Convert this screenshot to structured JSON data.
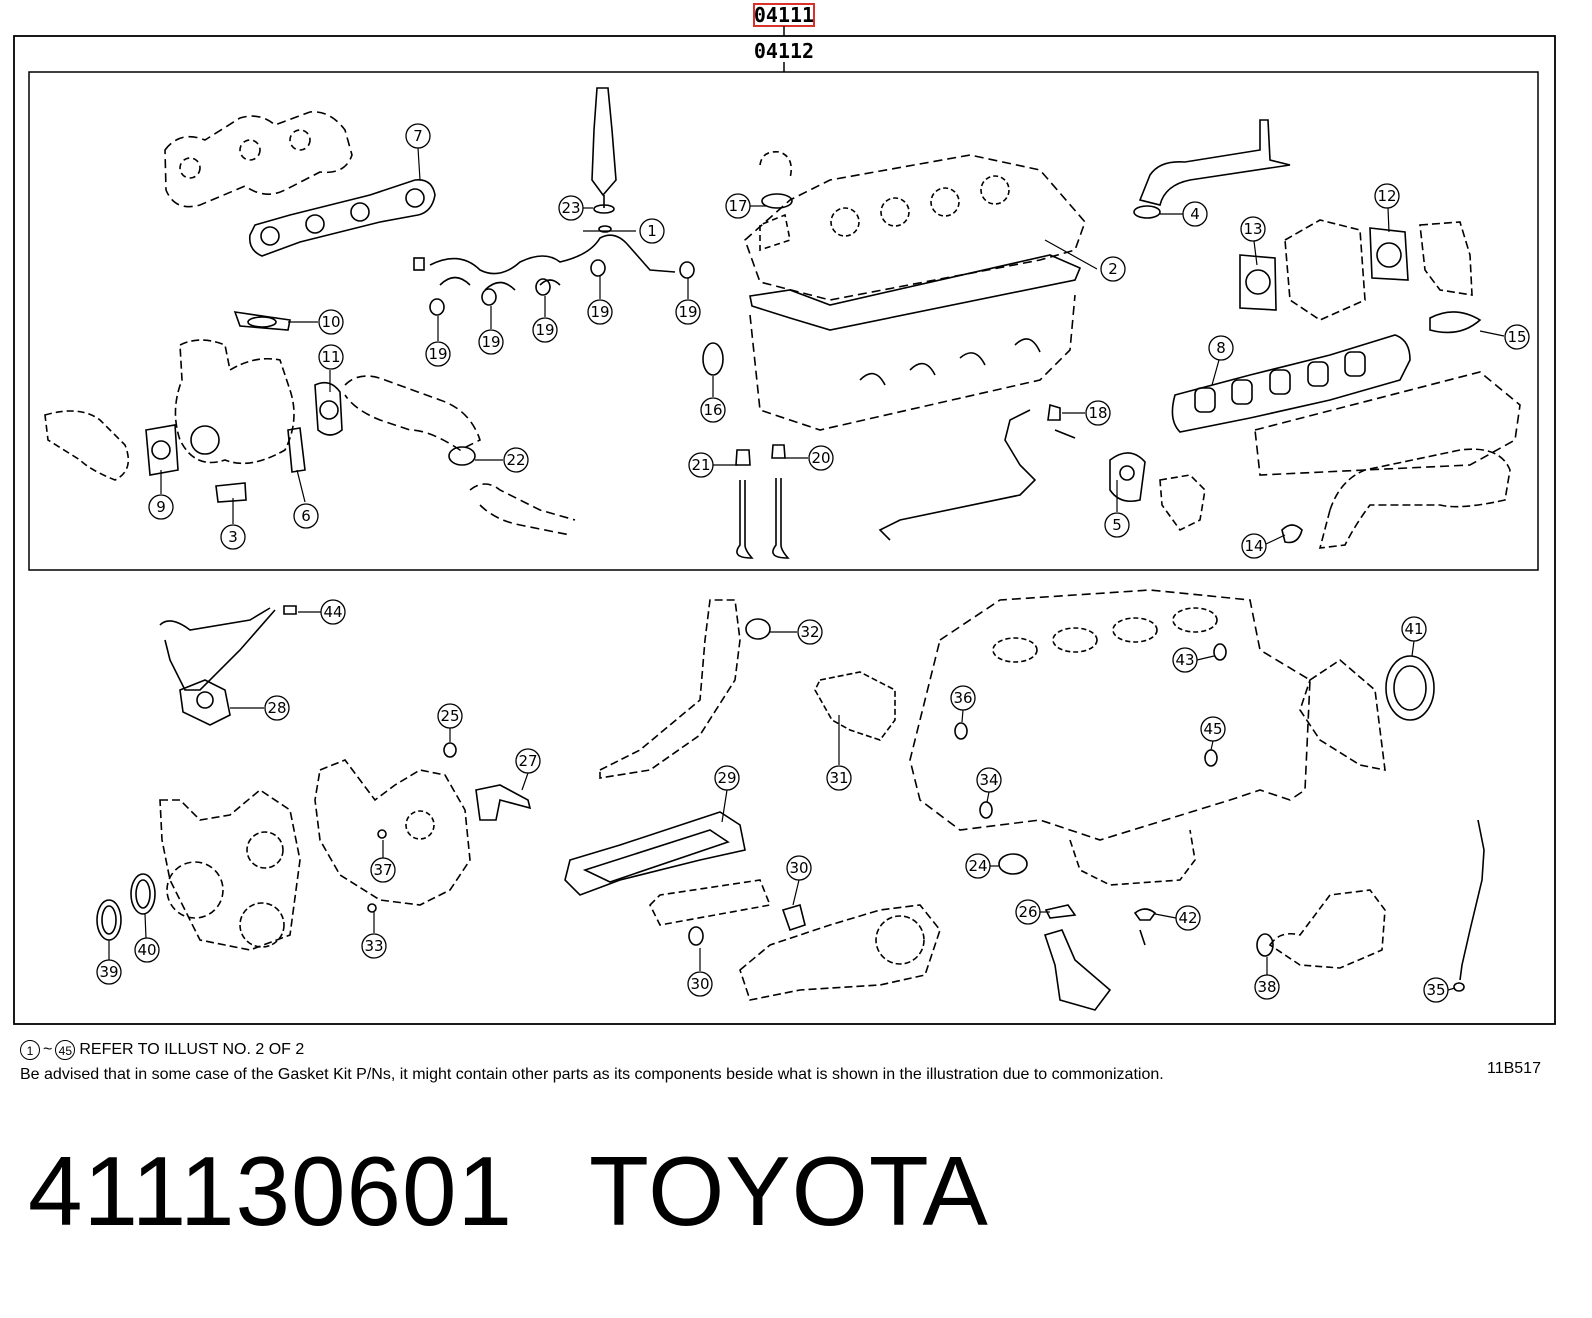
{
  "kit": {
    "primary_code": "04111",
    "secondary_code": "04112"
  },
  "callouts": [
    "1",
    "2",
    "3",
    "4",
    "5",
    "6",
    "7",
    "8",
    "9",
    "10",
    "11",
    "12",
    "13",
    "14",
    "15",
    "16",
    "17",
    "18",
    "19",
    "20",
    "21",
    "22",
    "23",
    "24",
    "25",
    "26",
    "27",
    "28",
    "29",
    "30",
    "31",
    "32",
    "33",
    "34",
    "35",
    "36",
    "37",
    "38",
    "39",
    "40",
    "41",
    "42",
    "43",
    "44",
    "45"
  ],
  "notes": {
    "range_start": "1",
    "range_tilde": "~",
    "range_end": "45",
    "refer_text": "REFER TO ILLUST NO. 2 OF 2",
    "advice_text": "Be advised that in some case of the Gasket Kit P/Ns,  it might contain other parts as its components beside what is shown in the illustration due to commonization.",
    "illustration_code": "11B517"
  },
  "footer": {
    "part_number": "411130601",
    "brand": "TOYOTA"
  },
  "colors": {
    "line": "#000000",
    "highlight_box": "#d9302a"
  }
}
